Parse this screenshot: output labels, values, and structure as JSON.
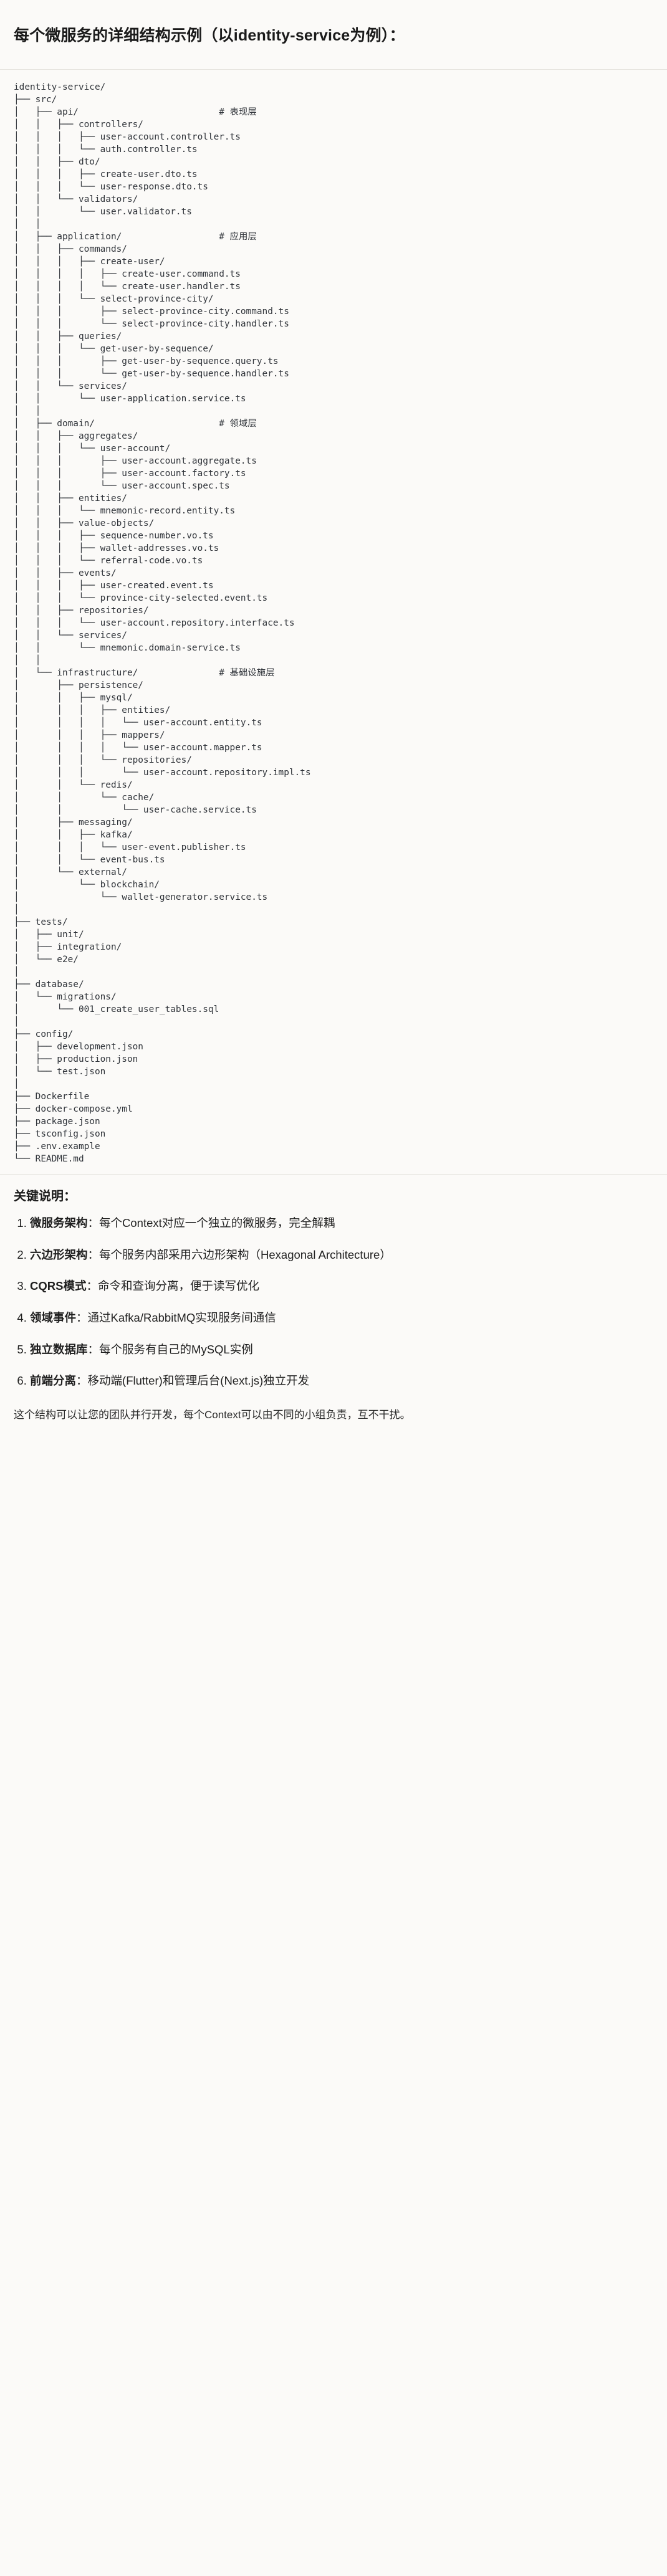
{
  "heading": "每个微服务的详细结构示例（以identity-service为例）：",
  "tree": {
    "root": "identity-service/",
    "text": "identity-service/\n├── src/\n│   ├── api/                          # 表现层\n│   │   ├── controllers/\n│   │   │   ├── user-account.controller.ts\n│   │   │   └── auth.controller.ts\n│   │   ├── dto/\n│   │   │   ├── create-user.dto.ts\n│   │   │   └── user-response.dto.ts\n│   │   └── validators/\n│   │       └── user.validator.ts\n│   │\n│   ├── application/                  # 应用层\n│   │   ├── commands/\n│   │   │   ├── create-user/\n│   │   │   │   ├── create-user.command.ts\n│   │   │   │   └── create-user.handler.ts\n│   │   │   └── select-province-city/\n│   │   │       ├── select-province-city.command.ts\n│   │   │       └── select-province-city.handler.ts\n│   │   ├── queries/\n│   │   │   └── get-user-by-sequence/\n│   │   │       ├── get-user-by-sequence.query.ts\n│   │   │       └── get-user-by-sequence.handler.ts\n│   │   └── services/\n│   │       └── user-application.service.ts\n│   │\n│   ├── domain/                       # 领域层\n│   │   ├── aggregates/\n│   │   │   └── user-account/\n│   │   │       ├── user-account.aggregate.ts\n│   │   │       ├── user-account.factory.ts\n│   │   │       └── user-account.spec.ts\n│   │   ├── entities/\n│   │   │   └── mnemonic-record.entity.ts\n│   │   ├── value-objects/\n│   │   │   ├── sequence-number.vo.ts\n│   │   │   ├── wallet-addresses.vo.ts\n│   │   │   └── referral-code.vo.ts\n│   │   ├── events/\n│   │   │   ├── user-created.event.ts\n│   │   │   └── province-city-selected.event.ts\n│   │   ├── repositories/\n│   │   │   └── user-account.repository.interface.ts\n│   │   └── services/\n│   │       └── mnemonic.domain-service.ts\n│   │\n│   └── infrastructure/               # 基础设施层\n│       ├── persistence/\n│       │   ├── mysql/\n│       │   │   ├── entities/\n│       │   │   │   └── user-account.entity.ts\n│       │   │   ├── mappers/\n│       │   │   │   └── user-account.mapper.ts\n│       │   │   └── repositories/\n│       │   │       └── user-account.repository.impl.ts\n│       │   └── redis/\n│       │       └── cache/\n│       │           └── user-cache.service.ts\n│       ├── messaging/\n│       │   ├── kafka/\n│       │   │   └── user-event.publisher.ts\n│       │   └── event-bus.ts\n│       └── external/\n│           └── blockchain/\n│               └── wallet-generator.service.ts\n│\n├── tests/\n│   ├── unit/\n│   ├── integration/\n│   └── e2e/\n│\n├── database/\n│   └── migrations/\n│       └── 001_create_user_tables.sql\n│\n├── config/\n│   ├── development.json\n│   ├── production.json\n│   └── test.json\n│\n├── Dockerfile\n├── docker-compose.yml\n├── package.json\n├── tsconfig.json\n├── .env.example\n└── README.md",
    "layer_comments": [
      "# 表现层",
      "# 应用层",
      "# 领域层",
      "# 基础设施层"
    ]
  },
  "key_section": {
    "title": "关键说明：",
    "items": [
      {
        "term": "微服务架构",
        "sep": "：",
        "desc": "每个Context对应一个独立的微服务，完全解耦"
      },
      {
        "term": "六边形架构",
        "sep": "：",
        "desc": "每个服务内部采用六边形架构（Hexagonal Architecture）"
      },
      {
        "term": "CQRS模式",
        "sep": "：",
        "desc": "命令和查询分离，便于读写优化"
      },
      {
        "term": "领域事件",
        "sep": "：",
        "desc": "通过Kafka/RabbitMQ实现服务间通信"
      },
      {
        "term": "独立数据库",
        "sep": "：",
        "desc": "每个服务有自己的MySQL实例"
      },
      {
        "term": "前端分离",
        "sep": "：",
        "desc": "移动端(Flutter)和管理后台(Next.js)独立开发"
      }
    ],
    "closing": "这个结构可以让您的团队并行开发，每个Context可以由不同的小组负责，互不干扰。"
  },
  "colors": {
    "background": "#fbfaf8",
    "text": "#1f1f1f",
    "tree_text": "#30343a",
    "rule": "#e6e4df"
  }
}
